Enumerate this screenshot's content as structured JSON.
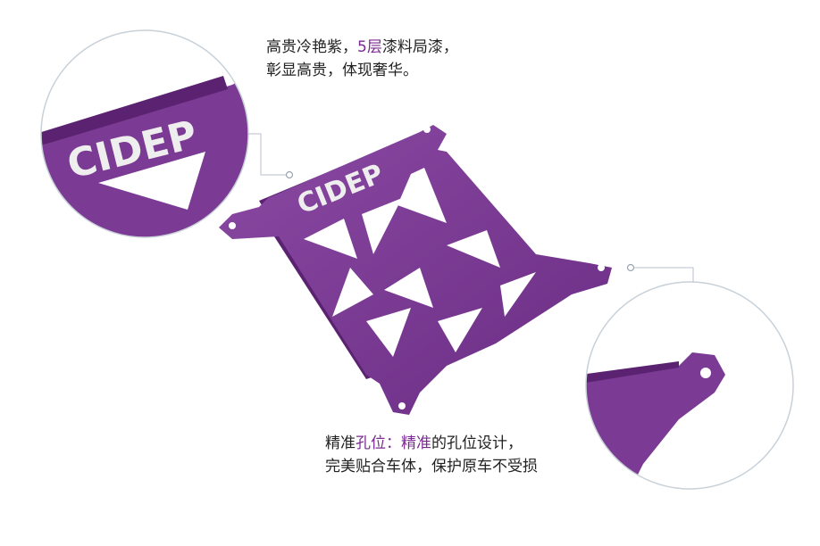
{
  "brand_logo": "CIDEP",
  "captions": {
    "top": {
      "line1_a": "高贵冷艳紫，",
      "line1_highlight": "5层",
      "line1_b": "漆料局漆，",
      "line2": "彰显高贵，体现奢华。"
    },
    "bottom": {
      "line1_a": "精准",
      "line1_highlight1": "孔位：精准",
      "line1_b": "的孔位设计，",
      "line2": "完美贴合车体，保护原车不受损"
    }
  },
  "colors": {
    "accent": "#7a2a90",
    "product": "#7b3a93",
    "callout_line": "#b8c2cc"
  }
}
